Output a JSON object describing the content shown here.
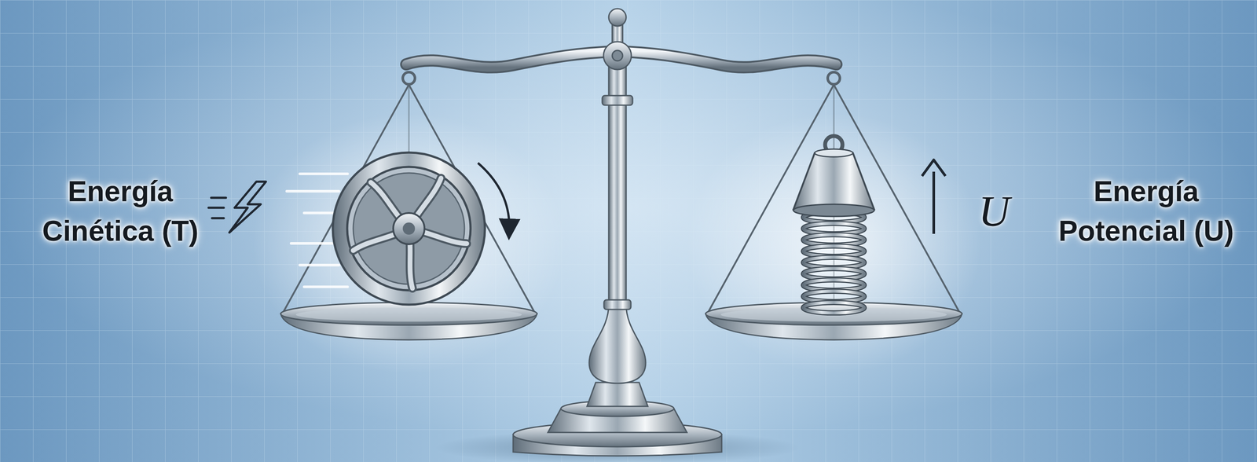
{
  "diagram": {
    "labels": [
      "Energía Cinética (T)",
      "U",
      "Energía Potencial (U)"
    ]
  }
}
